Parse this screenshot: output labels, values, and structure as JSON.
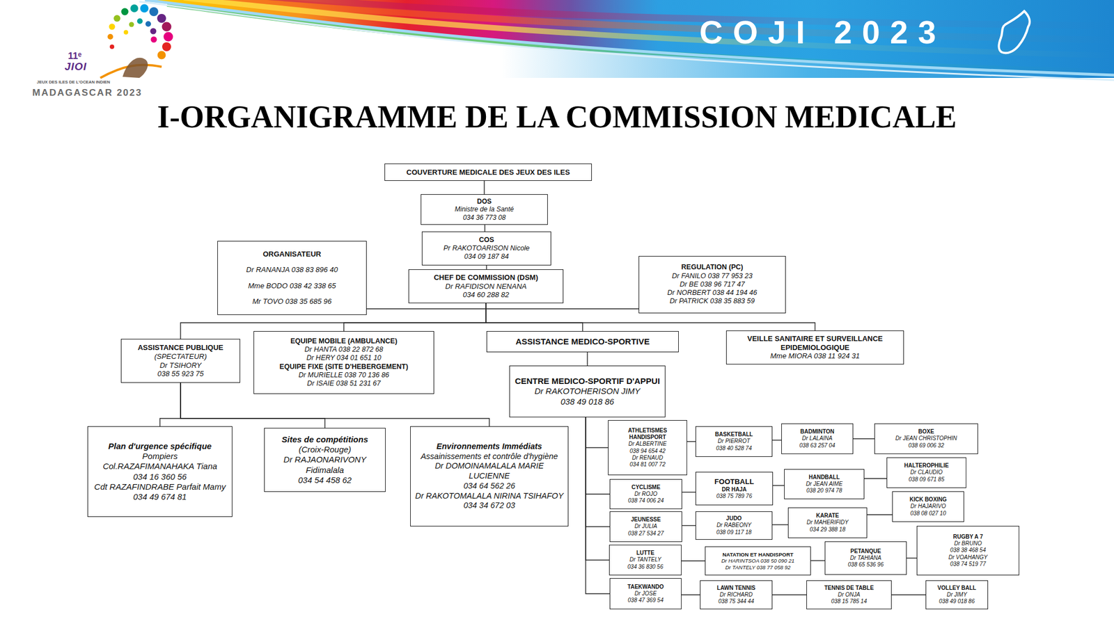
{
  "diagram": {
    "title": "I-ORGANIGRAMME DE LA COMMISSION MEDICALE",
    "nodes": [
      {
        "text": [
          "COUVERTURE MEDICALE DES JEUX DES ILES"
        ]
      },
      {
        "text": [
          "DOS",
          "Ministre de la Santé",
          "034 36 773 08"
        ]
      },
      {
        "text": [
          "COS",
          "Pr RAKOTOARISON Nicole",
          "034 09 187 84"
        ]
      },
      {
        "text": [
          "ORGANISATEUR",
          "Dr RANANJA 038 83 896 40",
          "Mme BODO 038 42 338 65",
          "Mr TOVO 038 35 685 96"
        ]
      },
      {
        "text": [
          "CHEF DE COMMISSION (DSM)",
          "Dr RAFIDISON NENANA",
          "034 60 288 82"
        ]
      },
      {
        "text": [
          "REGULATION (PC)",
          "Dr FANILO 038 77 953 23",
          "Dr BE 038 96 717 47",
          "Dr NORBERT 038 44 194 46",
          "Dr PATRICK 038 35 883 59"
        ]
      },
      {
        "text": [
          "ASSISTANCE PUBLIQUE",
          "(SPECTATEUR)",
          "Dr TSIHORY",
          "038 55 923 75"
        ]
      },
      {
        "text": [
          "EQUIPE MOBILE (AMBULANCE)",
          "Dr HANTA 038 22 872 68",
          "Dr HERY 034 01 651 10",
          "EQUIPE FIXE (SITE D'HEBERGEMENT)",
          "Dr MURIELLE 038 70 136 86",
          "Dr ISAIE 038 51 231 67"
        ]
      },
      {
        "text": [
          "ASSISTANCE MEDICO-SPORTIVE"
        ]
      },
      {
        "text": [
          "VEILLE SANITAIRE ET SURVEILLANCE EPIDEMIOLOGIQUE",
          "Mme MIORA 038 11 924 31"
        ]
      },
      {
        "text": [
          "CENTRE MEDICO-SPORTIF D'APPUI",
          "Dr RAKOTOHERISON JIMY",
          "038 49 018 86"
        ]
      },
      {
        "text": [
          "Plan d'urgence spécifique",
          "Pompiers",
          "Col.RAZAFIMANAHAKA Tiana",
          "034 16 360 56",
          "Cdt RAZAFINDRABE Parfait Mamy",
          "034 49 674 81"
        ]
      },
      {
        "text": [
          "Sites de compétitions",
          "(Croix-Rouge)",
          "Dr RAJAONARIVONY Fidimalala",
          "034 54 458 62"
        ]
      },
      {
        "text": [
          "Environnements Immédiats",
          "Assainissements et contrôle d'hygiène",
          "Dr DOMOINAMALALA MARIE LUCIENNE",
          "034 64 562 26",
          "Dr RAKOTOMALALA NIRINA TSIHAFOY",
          "034 34 672 03"
        ]
      },
      {
        "text": [
          "ATHLETISMES HANDISPORT",
          "Dr ALBERTINE",
          "038 94 654 42",
          "Dr RENAUD",
          "034 81 007 72"
        ]
      },
      {
        "text": [
          "BASKETBALL",
          "Dr PIERROT",
          "038 40 528 74"
        ]
      },
      {
        "text": [
          "BADMINTON",
          "Dr LALAINA",
          "038 63 257 04"
        ]
      },
      {
        "text": [
          "BOXE",
          "Dr JEAN CHRISTOPHIN",
          "038 69 006 32"
        ]
      },
      {
        "text": [
          "CYCLISME",
          "Dr ROJO",
          "038 74 006 24"
        ]
      },
      {
        "text": [
          "FOOTBALL",
          "DR HAJA",
          "038 75 789 76"
        ]
      },
      {
        "text": [
          "HANDBALL",
          "Dr JEAN AIME",
          "038 20 974 78"
        ]
      },
      {
        "text": [
          "HALTEROPHILIE",
          "Dr CLAUDIO",
          "038 09 671 85"
        ]
      },
      {
        "text": [
          "JEUNESSE",
          "Dr JULIA",
          "038 27 534 27"
        ]
      },
      {
        "text": [
          "JUDO",
          "Dr RABEONY",
          "038 09 117 18"
        ]
      },
      {
        "text": [
          "KARATE",
          "Dr MAHERIFIDY",
          "034 29 388 18"
        ]
      },
      {
        "text": [
          "KICK BOXING",
          "Dr HAJARIVO",
          "038 08 027 10"
        ]
      },
      {
        "text": [
          "LUTTE",
          "Dr TANTELY",
          "034 36 830 56"
        ]
      },
      {
        "text": [
          "NATATION ET HANDISPORT",
          "Dr HARINTSOA 038 50 090 21",
          "Dr TANTELY 038 77 058 92"
        ]
      },
      {
        "text": [
          "PETANQUE",
          "Dr TAHIANA",
          "038 65 536 96"
        ]
      },
      {
        "text": [
          "RUGBY A 7",
          "Dr BRUNO",
          "038 38 468 54",
          "Dr VOAHANGY",
          "038 74 519 77"
        ]
      },
      {
        "text": [
          "TAEKWANDO",
          "Dr JOSE",
          "038 47 369 54"
        ]
      },
      {
        "text": [
          "LAWN TENNIS",
          "Dr RICHARD",
          "038 75 344 44"
        ]
      },
      {
        "text": [
          "TENNIS DE TABLE",
          "Dr ONJA",
          "038 15 785 14"
        ]
      },
      {
        "text": [
          "VOLLEY BALL",
          "Dr JIMY",
          "038 49 018 86"
        ]
      }
    ],
    "edges": [
      {
        "from": 0,
        "to": 1,
        "arrow": "none"
      },
      {
        "from": 1,
        "to": 2,
        "arrow": "none"
      },
      {
        "from": 2,
        "to": 4,
        "arrow": "none"
      },
      {
        "from": 4,
        "to": 3,
        "arrow": "none"
      },
      {
        "from": 4,
        "to": 5,
        "arrow": "none"
      },
      {
        "from": 4,
        "to": 6,
        "arrow": "none"
      },
      {
        "from": 4,
        "to": 7,
        "arrow": "none"
      },
      {
        "from": 4,
        "to": 8,
        "arrow": "none"
      },
      {
        "from": 4,
        "to": 9,
        "arrow": "none"
      },
      {
        "from": 8,
        "to": 10,
        "arrow": "none"
      },
      {
        "from": 6,
        "to": 11,
        "arrow": "none"
      },
      {
        "from": 6,
        "to": 12,
        "arrow": "none"
      },
      {
        "from": 6,
        "to": 13,
        "arrow": "none"
      },
      {
        "from": 10,
        "to": 14,
        "arrow": "none"
      },
      {
        "from": 10,
        "to": 18,
        "arrow": "none"
      },
      {
        "from": 10,
        "to": 22,
        "arrow": "none"
      },
      {
        "from": 10,
        "to": 26,
        "arrow": "none"
      },
      {
        "from": 10,
        "to": 30,
        "arrow": "none"
      },
      {
        "from": 14,
        "to": 15,
        "arrow": "none"
      },
      {
        "from": 15,
        "to": 16,
        "arrow": "none"
      },
      {
        "from": 16,
        "to": 17,
        "arrow": "none"
      },
      {
        "from": 18,
        "to": 19,
        "arrow": "none"
      },
      {
        "from": 19,
        "to": 20,
        "arrow": "none"
      },
      {
        "from": 20,
        "to": 21,
        "arrow": "none"
      },
      {
        "from": 22,
        "to": 23,
        "arrow": "none"
      },
      {
        "from": 23,
        "to": 24,
        "arrow": "none"
      },
      {
        "from": 24,
        "to": 25,
        "arrow": "none"
      },
      {
        "from": 26,
        "to": 27,
        "arrow": "none"
      },
      {
        "from": 27,
        "to": 28,
        "arrow": "none"
      },
      {
        "from": 28,
        "to": 29,
        "arrow": "none"
      },
      {
        "from": 30,
        "to": 31,
        "arrow": "none"
      },
      {
        "from": 31,
        "to": 32,
        "arrow": "none"
      },
      {
        "from": 32,
        "to": 33,
        "arrow": "none"
      }
    ],
    "labels": [
      "11ᵉ",
      "JIOI",
      "JEUX DES ILES DE L'OCEAN INDIEN",
      "MADAGASCAR 2023",
      "COJI 2023"
    ]
  }
}
